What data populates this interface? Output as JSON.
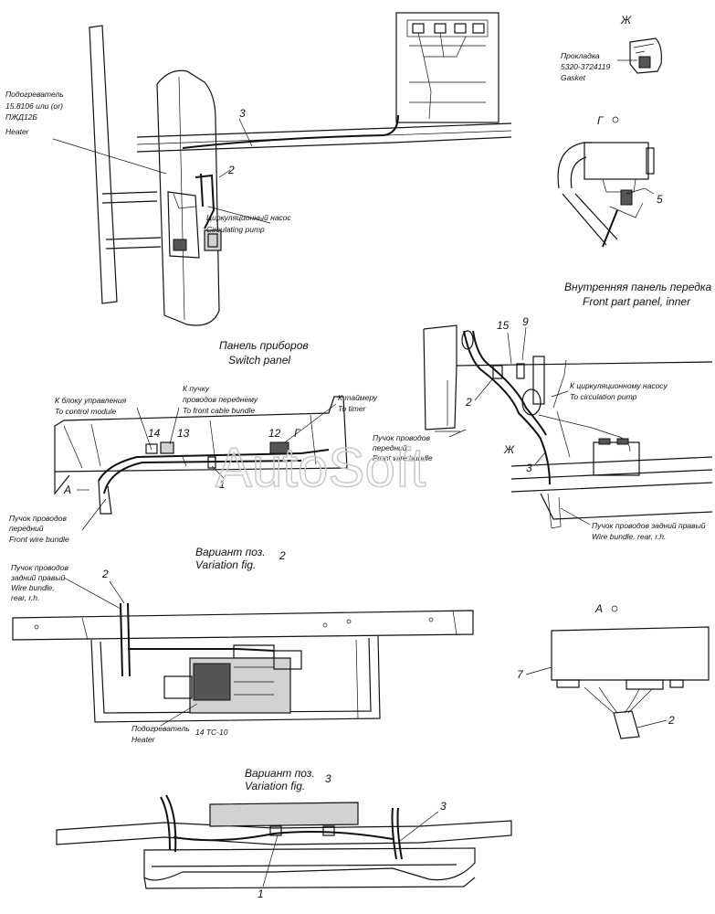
{
  "labels": {
    "heater_ru": "Подогреватель",
    "heater_model": "15.8106 или (or)",
    "heater_model2": "ПЖД12Б",
    "heater_en": "Heater",
    "pump_ru": "Циркуляционный насос",
    "pump_en": "Circulating pump",
    "gasket_letter": "Ж",
    "gasket_ru": "Прокладка",
    "gasket_part": "5320-3724119",
    "gasket_en": "Gasket",
    "view_g": "Г",
    "inner_panel_ru": "Внутренняя панель передка",
    "inner_panel_en": "Front part panel, inner",
    "switch_panel_ru": "Панель приборов",
    "switch_panel_en": "Switch panel",
    "control_module_ru": "К блоку управления",
    "control_module_en": "To control module",
    "front_cable_ru1": "К пучку",
    "front_cable_ru2": "проводов переднему",
    "front_cable_en": "To front cable bundle",
    "timer_ru": "К таймеру",
    "timer_en": "To timer",
    "front_wire_ru1": "Пучок проводов",
    "front_wire_ru2": "передний",
    "front_wire_en": "Front wire bundle",
    "circ_pump_to_ru": "К циркуляционному насосу",
    "circ_pump_to_en": "To circulation pump",
    "rear_rh_ru": "Пучок проводов задний правый",
    "rear_rh_en": "Wire bundle, rear, r.h.",
    "variation2_ru": "Вариант поз.",
    "variation2_en": "Variation fig.",
    "variation2_num": "2",
    "rear_rh_ru1": "Пучок проводов",
    "rear_rh_ru2": "задний правый",
    "rear_rh_en1": "Wire bundle,",
    "rear_rh_en2": "rear, r.h.",
    "heater2_ru": "Подогреватель",
    "heater2_model": "14 ТС-10",
    "heater2_en": "Heater",
    "view_a": "А",
    "variation3_ru": "Вариант поз.",
    "variation3_en": "Variation fig.",
    "variation3_num": "3",
    "watermark": "AutoSoft"
  },
  "callouts": {
    "n1": "1",
    "n2": "2",
    "n3": "3",
    "n5": "5",
    "n7": "7",
    "n9": "9",
    "n12": "12",
    "n13": "13",
    "n14": "14",
    "n15": "15"
  }
}
